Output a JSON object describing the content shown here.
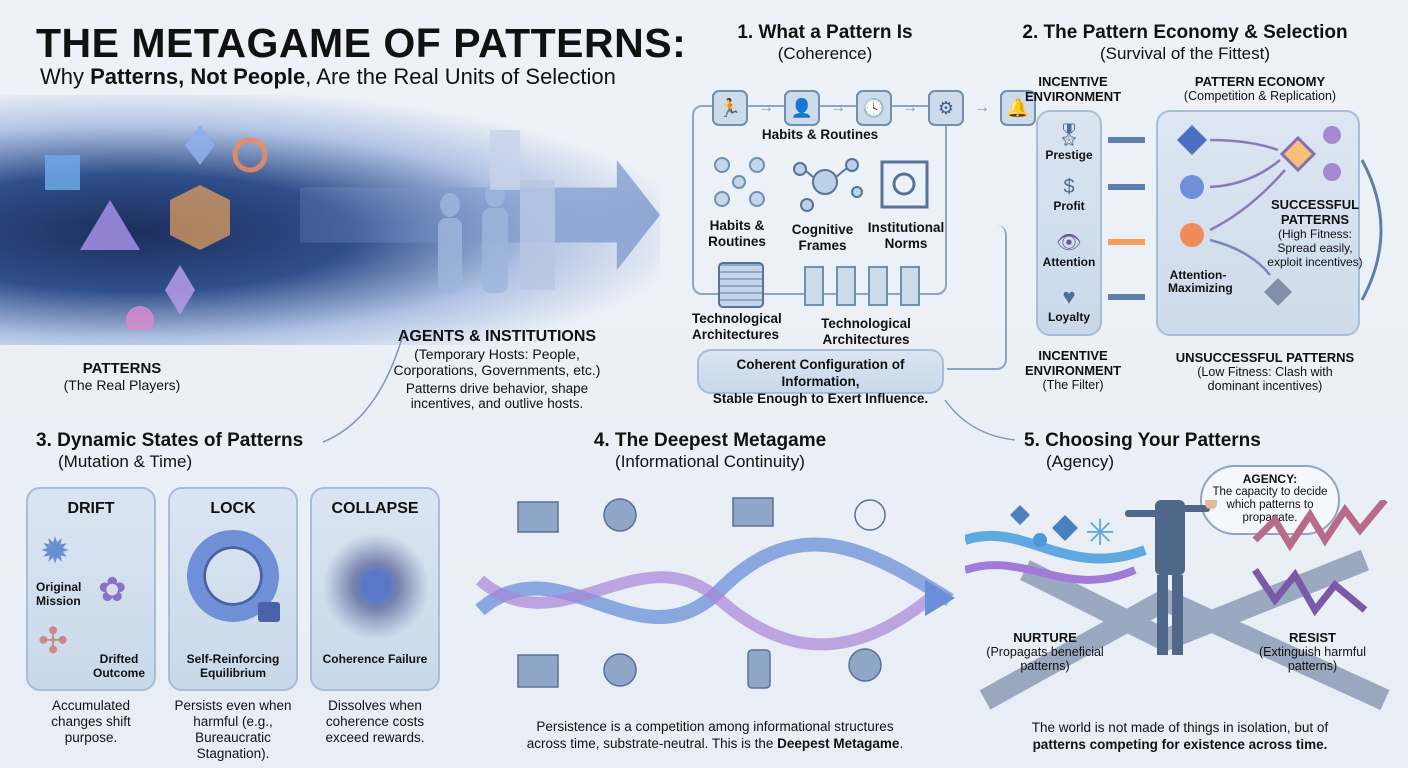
{
  "header": {
    "title": "THE METAGAME OF PATTERNS:",
    "subtitle_pre": "Why ",
    "subtitle_bold": "Patterns, Not People",
    "subtitle_post": ", Are the Real Units of Selection"
  },
  "hero": {
    "patterns_label": "PATTERNS",
    "patterns_sub": "(The Real Players)",
    "agents_label": "AGENTS & INSTITUTIONS",
    "agents_sub1": "(Temporary Hosts: People,",
    "agents_sub2": "Corporations, Governments, etc.)",
    "agents_desc1": "Patterns drive behavior, shape",
    "agents_desc2": "incentives, and outlive hosts."
  },
  "section1": {
    "title": "1. What a Pattern Is",
    "subtitle": "(Coherence)",
    "row_label": "Habits & Routines",
    "items": [
      "Habits & Routines",
      "Cognitive Frames",
      "Institutional Norms",
      "Technological Architectures",
      "Technological Architectures"
    ],
    "definition1": "Coherent Configuration of Information,",
    "definition2": "Stable Enough to Exert Influence.",
    "icons": [
      "running-person-icon",
      "person-laptop-icon",
      "clock-icon",
      "gears-icon",
      "bell-jar-icon"
    ]
  },
  "section2": {
    "title": "2. The Pattern Economy & Selection",
    "subtitle": "(Survival of the Fittest)",
    "env_label": "INCENTIVE ENVIRONMENT",
    "incentives": [
      "Prestige",
      "Profit",
      "Attention",
      "Loyalty"
    ],
    "economy_label": "PATTERN ECONOMY",
    "economy_sub": "(Competition & Replication)",
    "attention_max": "Attention-Maximizing",
    "success_label": "SUCCESSFUL PATTERNS",
    "success_sub": "(High Fitness: Spread easily, exploit incentives)",
    "fail_label": "UNSUCCESSFUL PATTERNS",
    "fail_sub": "(Low Fitness: Clash with dominant incentives)",
    "filter_label": "INCENTIVE ENVIRONMENT",
    "filter_sub": "(The Filter)",
    "colors": {
      "accent": "#f29a4a",
      "panel": "#d3dfee"
    }
  },
  "section3": {
    "title": "3. Dynamic States of Patterns",
    "subtitle": "(Mutation & Time)",
    "states": [
      {
        "name": "DRIFT",
        "labels": [
          "Original Mission",
          "Drifted Outcome"
        ],
        "desc": "Accumulated changes shift purpose."
      },
      {
        "name": "LOCK",
        "labels": [
          "Self-Reinforcing Equilibrium"
        ],
        "desc": "Persists even when harmful (e.g., Bureaucratic Stagnation)."
      },
      {
        "name": "COLLAPSE",
        "labels": [
          "Coherence Failure"
        ],
        "desc": "Dissolves when coherence costs exceed rewards."
      }
    ]
  },
  "section4": {
    "title": "4. The Deepest Metagame",
    "subtitle": "(Informational Continuity)",
    "caption1": "Persistence is a competition among informational structures",
    "caption2_pre": "across time, substrate-neutral. This is the ",
    "caption2_bold": "Deepest Metagame",
    "caption2_post": "."
  },
  "section5": {
    "title": "5. Choosing Your Patterns",
    "subtitle": "(Agency)",
    "agency_title": "AGENCY:",
    "agency_text": "The capacity to decide which patterns to propagate.",
    "nurture": "NURTURE",
    "nurture_sub": "(Propagats beneficial patterns)",
    "resist": "RESIST",
    "resist_sub": "(Extinguish harmful patterns)",
    "footer1": "The world is not made of things in isolation, but of",
    "footer2": "patterns competing for existence across time."
  }
}
